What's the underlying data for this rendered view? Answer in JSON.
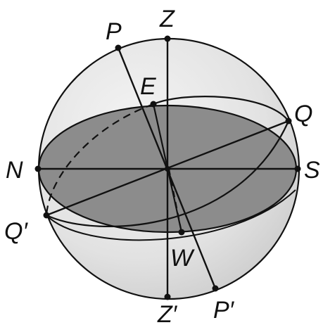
{
  "labels": {
    "zenith": "Z",
    "nadir": "Z′",
    "north_pole": "P",
    "south_pole": "P′",
    "east": "E",
    "west": "W",
    "north": "N",
    "south": "S",
    "equator_upper": "Q",
    "equator_lower": "Q′"
  },
  "colors": {
    "sphere_fill": "#e4e4e4",
    "horizon_plane_fill": "#8c8c8c",
    "line": "#111111",
    "background": "#ffffff"
  }
}
